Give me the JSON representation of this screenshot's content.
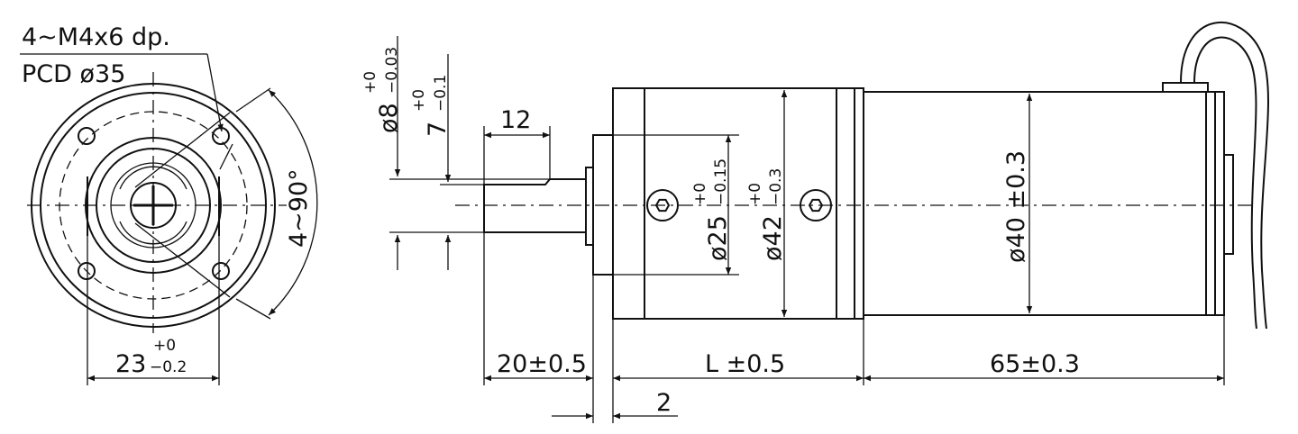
{
  "labels": {
    "holes": "4~M4x6 dp.",
    "pcd": "PCD ø35",
    "angle": "4~90°",
    "flat_main": "23",
    "flat_tol_upper": "+0",
    "flat_tol_lower": "−0.2",
    "shaft_dia_main": "ø8",
    "shaft_dia_tol_upper": "+0",
    "shaft_dia_tol_lower": "−0.03",
    "flat_depth_main": "7",
    "flat_depth_tol_upper": "+0",
    "flat_depth_tol_lower": "−0.1",
    "flat_length": "12",
    "pilot_main": "ø25",
    "pilot_tol_upper": "+0",
    "pilot_tol_lower": "−0.15",
    "gear_dia_main": "ø42",
    "gear_dia_tol_upper": "+0",
    "gear_dia_tol_lower": "−0.3",
    "motor_dia": "ø40 ±0.3",
    "shaft_length": "20±0.5",
    "gearbox_length": "L ±0.5",
    "motor_length": "65±0.3",
    "step": "2"
  },
  "colors": {
    "line": "#111111",
    "background": "#ffffff"
  }
}
